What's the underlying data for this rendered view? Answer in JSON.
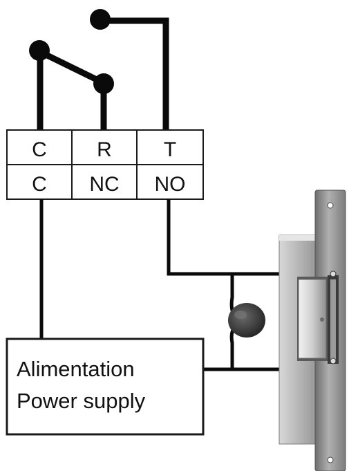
{
  "terminal_block": {
    "top_row": [
      "C",
      "R",
      "T"
    ],
    "bottom_row": [
      "C",
      "NC",
      "NO"
    ]
  },
  "power_supply": {
    "line1": "Alimentation",
    "line2": "Power supply"
  },
  "colors": {
    "wire": "#0a0a0a",
    "box_stroke": "#1a1a1a",
    "strike_plate": "#8a8a8a",
    "strike_body": "#b8b8b8",
    "varistor": "#2a2a2a"
  }
}
